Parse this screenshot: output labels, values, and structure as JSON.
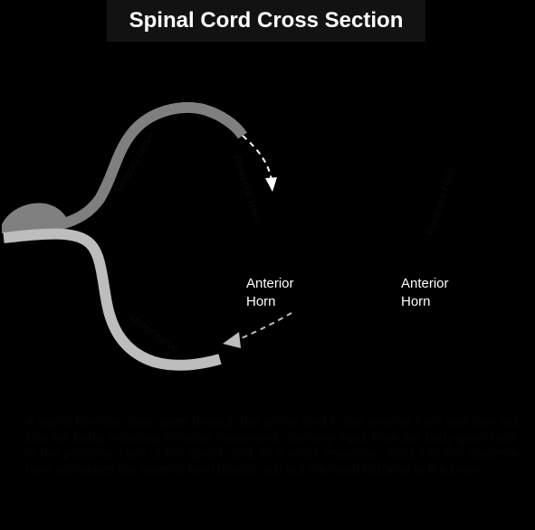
{
  "title": "Spinal Cord Cross Section",
  "labels": {
    "posterior_horn_left": "Posterior Horn",
    "posterior_horn_right": "Posterior Horn",
    "anterior_horn_left": "Anterior\nHorn",
    "anterior_horn_right": "Anterior\nHorn",
    "sensory_nerve": "Sensory nerve",
    "motor_nerve": "Motor nerve"
  },
  "caption": "A signal from the brain goes through the spinal cord to the anterior horn and then out into the body, resulting in motor movement. Sensory input from the body goes back to the posterior horn of the spinal cord. In a reflex response, input into the posterior horn stimulates the anterior horn directly without the need to travel to the brain.",
  "colors": {
    "background": "#000000",
    "title_bar": "#121212",
    "upper_nerve": "#7f7f7f",
    "lower_nerve": "#bdbdbd",
    "arrow_white": "#ffffff",
    "arrow_grey": "#bdbdbd"
  }
}
